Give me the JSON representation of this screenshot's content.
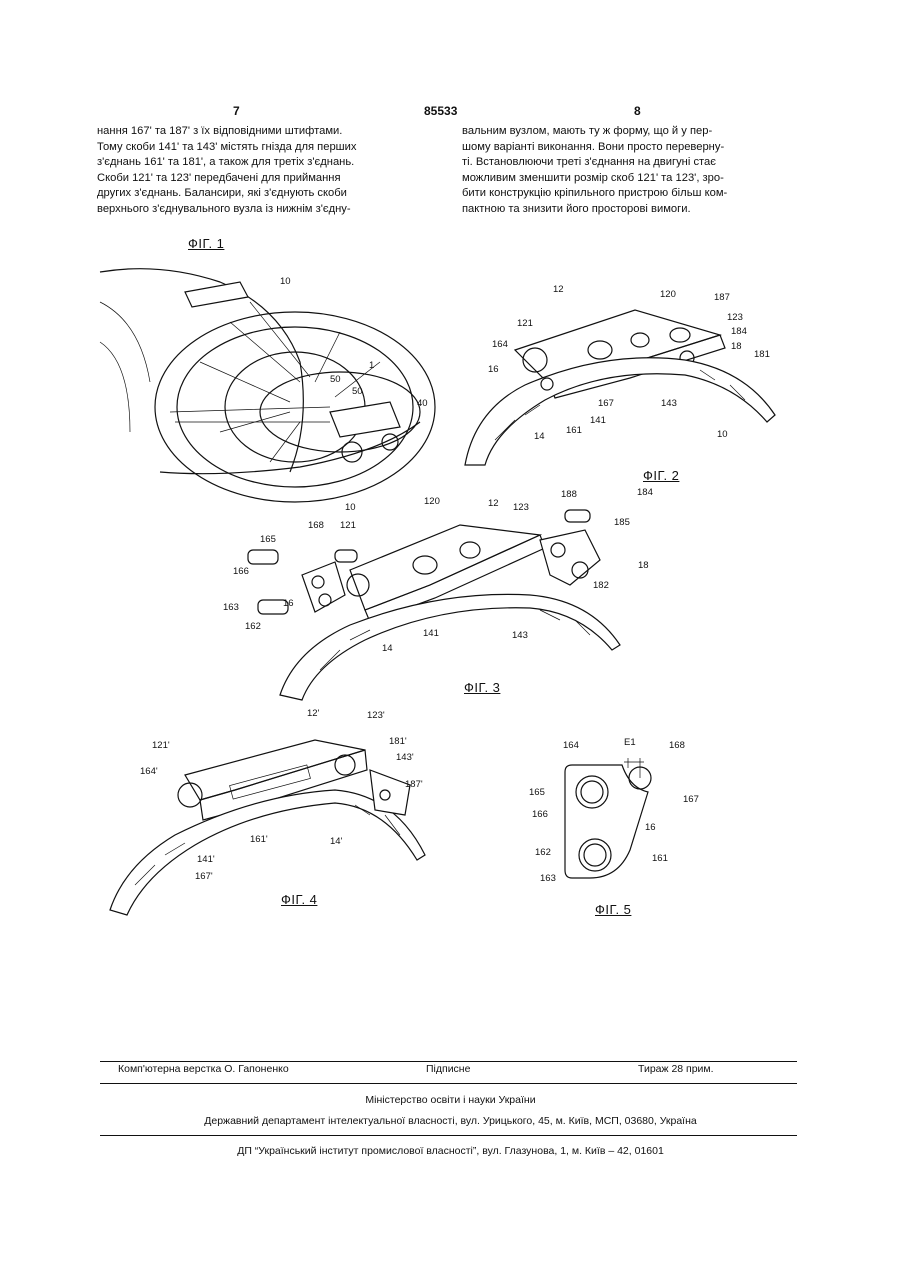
{
  "header": {
    "page_left": "7",
    "patent_number": "85533",
    "page_right": "8"
  },
  "left_column": [
    "нання 167' та 187' з їх відповідними штифтами.",
    "Тому скоби 141' та 143' містять гнізда для перших",
    "з'єднань 161' та 181', а також для третіх з'єднань.",
    "Скоби 121' та 123' передбачені для приймання",
    "других з'єднань. Балансири, які з'єднують скоби",
    "верхнього з'єднувального вузла із нижнім з'єдну-"
  ],
  "right_column": [
    "вальним вузлом, мають ту ж форму, що й у пер-",
    "шому варіанті виконання. Вони просто переверну-",
    "ті. Встановлюючи треті з'єднання на двигуні стає",
    "можливим зменшити розмір скоб 121' та 123', зро-",
    "бити конструкцію кріпильного пристрою більш ком-",
    "пактною та знизити його просторові вимоги."
  ],
  "figures": {
    "fig1": {
      "label": "ФІГ. 1",
      "refs": [
        "10",
        "1",
        "50",
        "50",
        "40"
      ]
    },
    "fig2": {
      "label": "ФІГ. 2",
      "refs": [
        "12",
        "120",
        "187",
        "121",
        "123",
        "184",
        "164",
        "18",
        "181",
        "16",
        "167",
        "143",
        "141",
        "161",
        "14",
        "10"
      ]
    },
    "fig3": {
      "label": "ФІГ. 3",
      "refs": [
        "10",
        "120",
        "12",
        "188",
        "184",
        "168",
        "121",
        "123",
        "185",
        "165",
        "166",
        "18",
        "182",
        "163",
        "162",
        "16",
        "141",
        "143",
        "14"
      ]
    },
    "fig4": {
      "label": "ФІГ. 4",
      "refs": [
        "12'",
        "123'",
        "121'",
        "181'",
        "164'",
        "143'",
        "187'",
        "161'",
        "14'",
        "141'",
        "167'"
      ]
    },
    "fig5": {
      "label": "ФІГ. 5",
      "refs": [
        "164",
        "E1",
        "168",
        "165",
        "167",
        "166",
        "16",
        "162",
        "161",
        "163"
      ]
    }
  },
  "footer": {
    "layout": "Комп'ютерна верстка О. Гапоненко",
    "signed": "Підписне",
    "circulation": "Тираж 28 прим.",
    "ministry": "Міністерство освіти і науки України",
    "department": "Державний департамент інтелектуальної власності, вул. Урицького, 45, м. Київ, МСП, 03680, Україна",
    "institute": "ДП “Український інститут промислової власності”, вул. Глазунова, 1, м. Київ – 42, 01601"
  }
}
